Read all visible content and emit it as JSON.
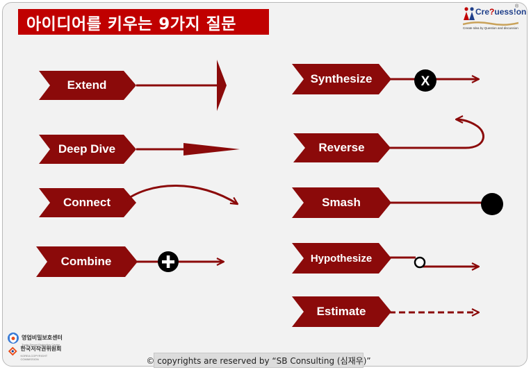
{
  "title": "아이디어를 키우는 9가지 질문",
  "brand": {
    "name_prefix": "Cre",
    "name_q": "?",
    "name_suffix": "uess!on",
    "registered": "®",
    "tagline": "Create Idea by Question and discussion"
  },
  "items": [
    {
      "label": "Extend",
      "connector": "line-bar-end"
    },
    {
      "label": "Deep Dive",
      "connector": "line-spike-end"
    },
    {
      "label": "Connect",
      "connector": "curve-arrow"
    },
    {
      "label": "Combine",
      "connector": "plus-node-arrow"
    },
    {
      "label": "Synthesize",
      "connector": "x-node-arrow"
    },
    {
      "label": "Reverse",
      "connector": "u-turn-arrow"
    },
    {
      "label": "Smash",
      "connector": "line-dot-end"
    },
    {
      "label": "Hypothesize",
      "connector": "step-arrow"
    },
    {
      "label": "Estimate",
      "connector": "dashed-arrow"
    }
  ],
  "x_symbol": "X",
  "badges": [
    {
      "title": "영업비밀보호센터",
      "subtitle": "Trade Secret Protection Center"
    },
    {
      "title": "한국저작권위원회",
      "subtitle": "KOREA COPYRIGHT COMMISSION"
    }
  ],
  "footer": "© copyrights are reserved by “SB Consulting (심재우)”",
  "colors": {
    "accent": "#c00000",
    "arrow": "#8b0a0a",
    "background": "#f2f2f2"
  }
}
